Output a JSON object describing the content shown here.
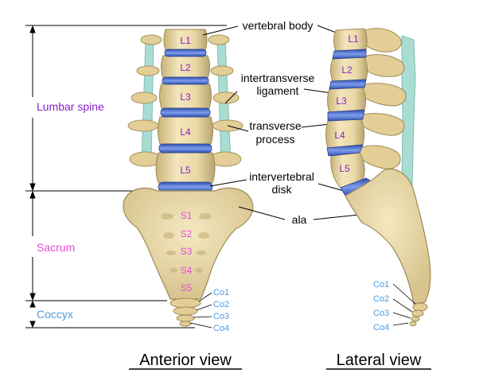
{
  "regions": {
    "lumbar": "Lumbar spine",
    "sacrum": "Sacrum",
    "coccyx": "Coccyx"
  },
  "vertebrae_anterior": [
    "L1",
    "L2",
    "L3",
    "L4",
    "L5"
  ],
  "sacral_segments": [
    "S1",
    "S2",
    "S3",
    "S4",
    "S5"
  ],
  "coccygeal_anterior": [
    "Co1",
    "Co2",
    "Co3",
    "Co4"
  ],
  "vertebrae_lateral": [
    "L1",
    "L2",
    "L3",
    "L4",
    "L5"
  ],
  "coccygeal_lateral": [
    "Co1",
    "Co2",
    "Co3",
    "Co4"
  ],
  "callouts": {
    "vertebral_body": "vertebral body",
    "intertransverse_1": "intertransverse",
    "intertransverse_2": "ligament",
    "transverse_1": "transverse",
    "transverse_2": "process",
    "intervertebral_1": "intervertebral",
    "intervertebral_2": "disk",
    "ala": "ala"
  },
  "views": {
    "anterior": "Anterior view",
    "lateral": "Lateral view"
  },
  "colors": {
    "bone": "#EAD9A6",
    "bone_shadow": "#B9A572",
    "disk": "#4A6FD0",
    "ligament": "#A9DCD2",
    "lumbar_label": "#8A1FC8",
    "sacral_label": "#E64BD8",
    "coccyx_label": "#4A9BE0"
  }
}
